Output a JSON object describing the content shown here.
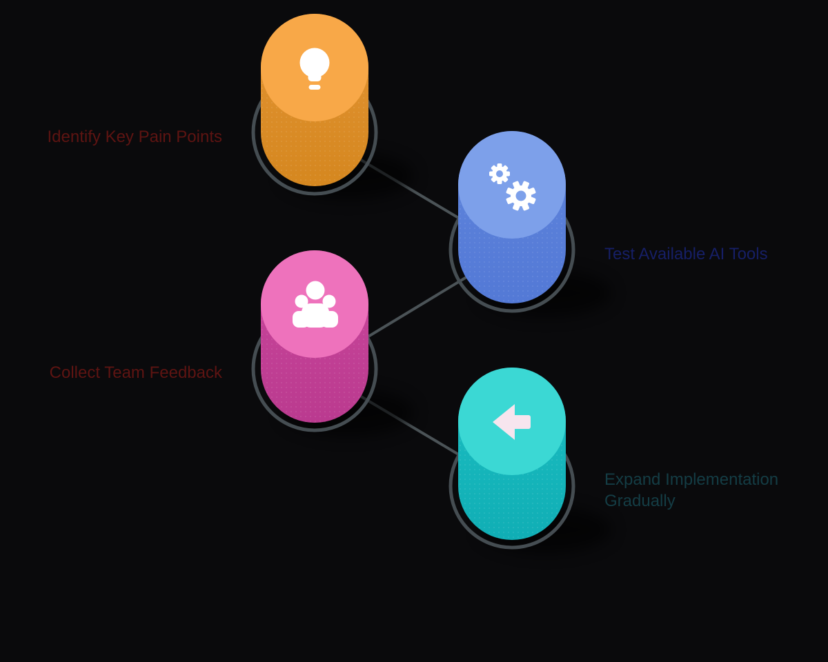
{
  "background": "#0a0a0c",
  "connector_color": "#4b5357",
  "ring_color": "#454d52",
  "icon_color": "#ffffff",
  "arrow_color": "#f7e5ee",
  "steps": [
    {
      "label": "Identify Key Pain Points",
      "icon": "lightbulb-icon",
      "label_color": "#5e1412",
      "top_color": "#f8a848",
      "body_top": "#e39434",
      "body_bottom": "#d5871f"
    },
    {
      "label": "Test Available AI Tools",
      "icon": "gears-icon",
      "label_color": "#161f66",
      "top_color": "#7da0ea",
      "body_top": "#6085dc",
      "body_bottom": "#5379d6"
    },
    {
      "label": "Collect Team Feedback",
      "icon": "people-icon",
      "label_color": "#5e1412",
      "top_color": "#ee72bc",
      "body_top": "#cb479c",
      "body_bottom": "#ba3a8f"
    },
    {
      "label": "Expand Implementation Gradually",
      "icon": "arrow-left-icon",
      "label_color": "#143d45",
      "top_color": "#3bd8d4",
      "body_top": "#1dbfc2",
      "body_bottom": "#10aeb5"
    }
  ]
}
